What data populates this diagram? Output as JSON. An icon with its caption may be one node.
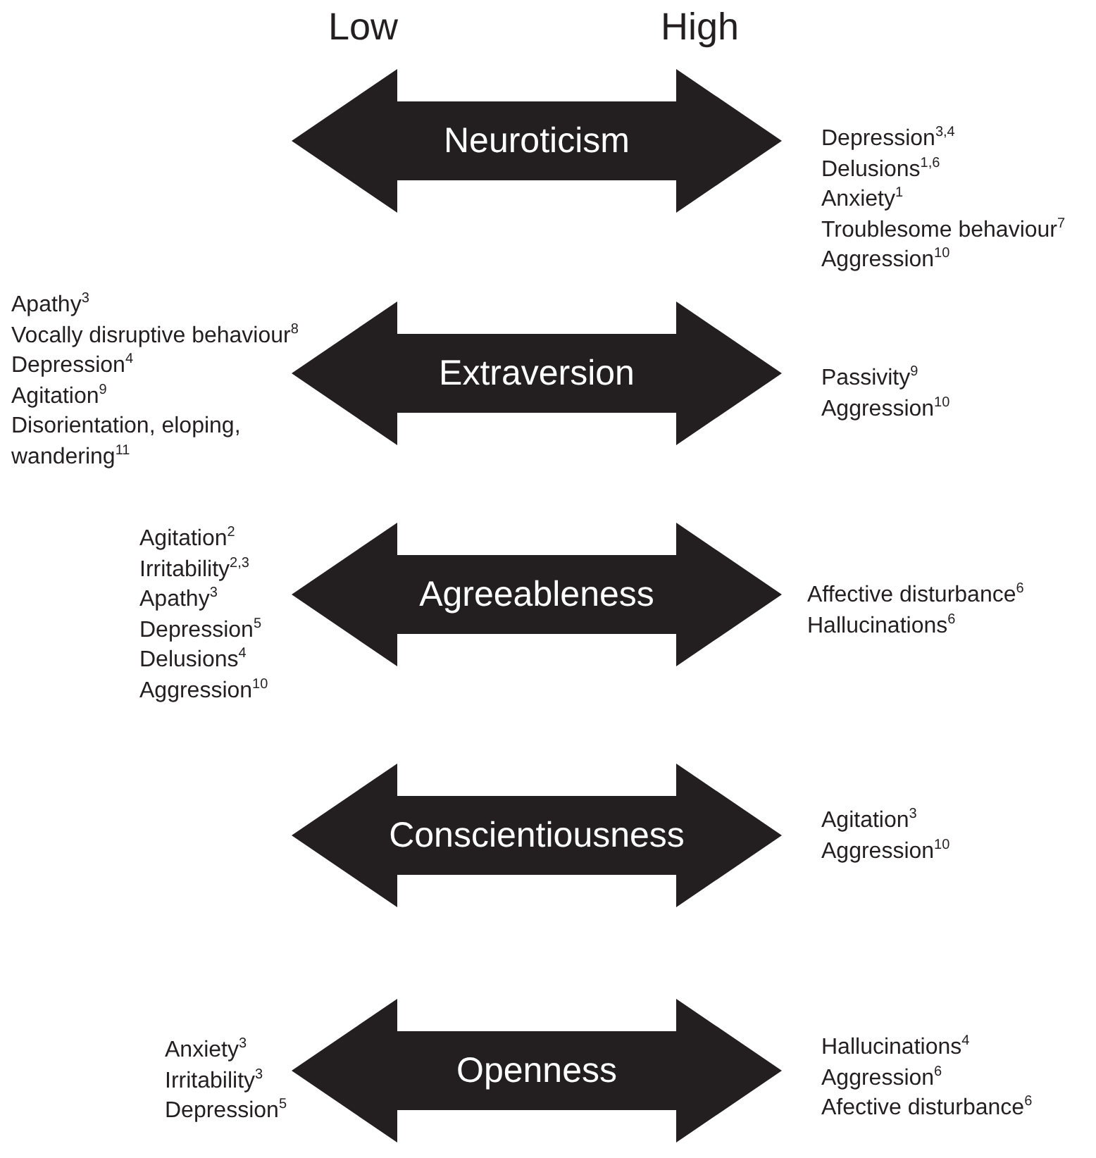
{
  "diagram": {
    "nodes": [
      {
        "text": [
          "Neuroticism"
        ]
      },
      {
        "text": [
          "Extraversion"
        ]
      },
      {
        "text": [
          "Agreeableness"
        ]
      },
      {
        "text": [
          "Conscientiousness"
        ]
      },
      {
        "text": [
          "Openness"
        ]
      }
    ],
    "labels": [
      "Low",
      "High",
      "Depression$^{3,4}$",
      "Delusions$^{1,6}$",
      "Anxiety$^{1}$",
      "Troublesome behaviour$^{7}$",
      "Aggression$^{10}$",
      "Apathy$^{3}$",
      "Vocally disruptive behaviour$^{8}$",
      "Depression$^{4}$",
      "Agitation$^{9}$",
      "Disorientation, eloping, wandering$^{11}$",
      "Passivity$^{9}$",
      "Aggression$^{10}$",
      "Agitation$^{2}$",
      "Irritability$^{2,3}$",
      "Apathy$^{3}$",
      "Depression$^{5}$",
      "Delusions$^{4}$",
      "Aggression$^{10}$",
      "Affective disturbance$^{6}$",
      "Hallucinations$^{6}$",
      "Agitation$^{3}$",
      "Aggression$^{10}$",
      "Anxiety$^{3}$",
      "Irritability$^{3}$",
      "Depression$^{5}$",
      "Hallucinations$^{4}$",
      "Aggression$^{6}$",
      "Afective disturbance$^{6}$"
    ]
  }
}
